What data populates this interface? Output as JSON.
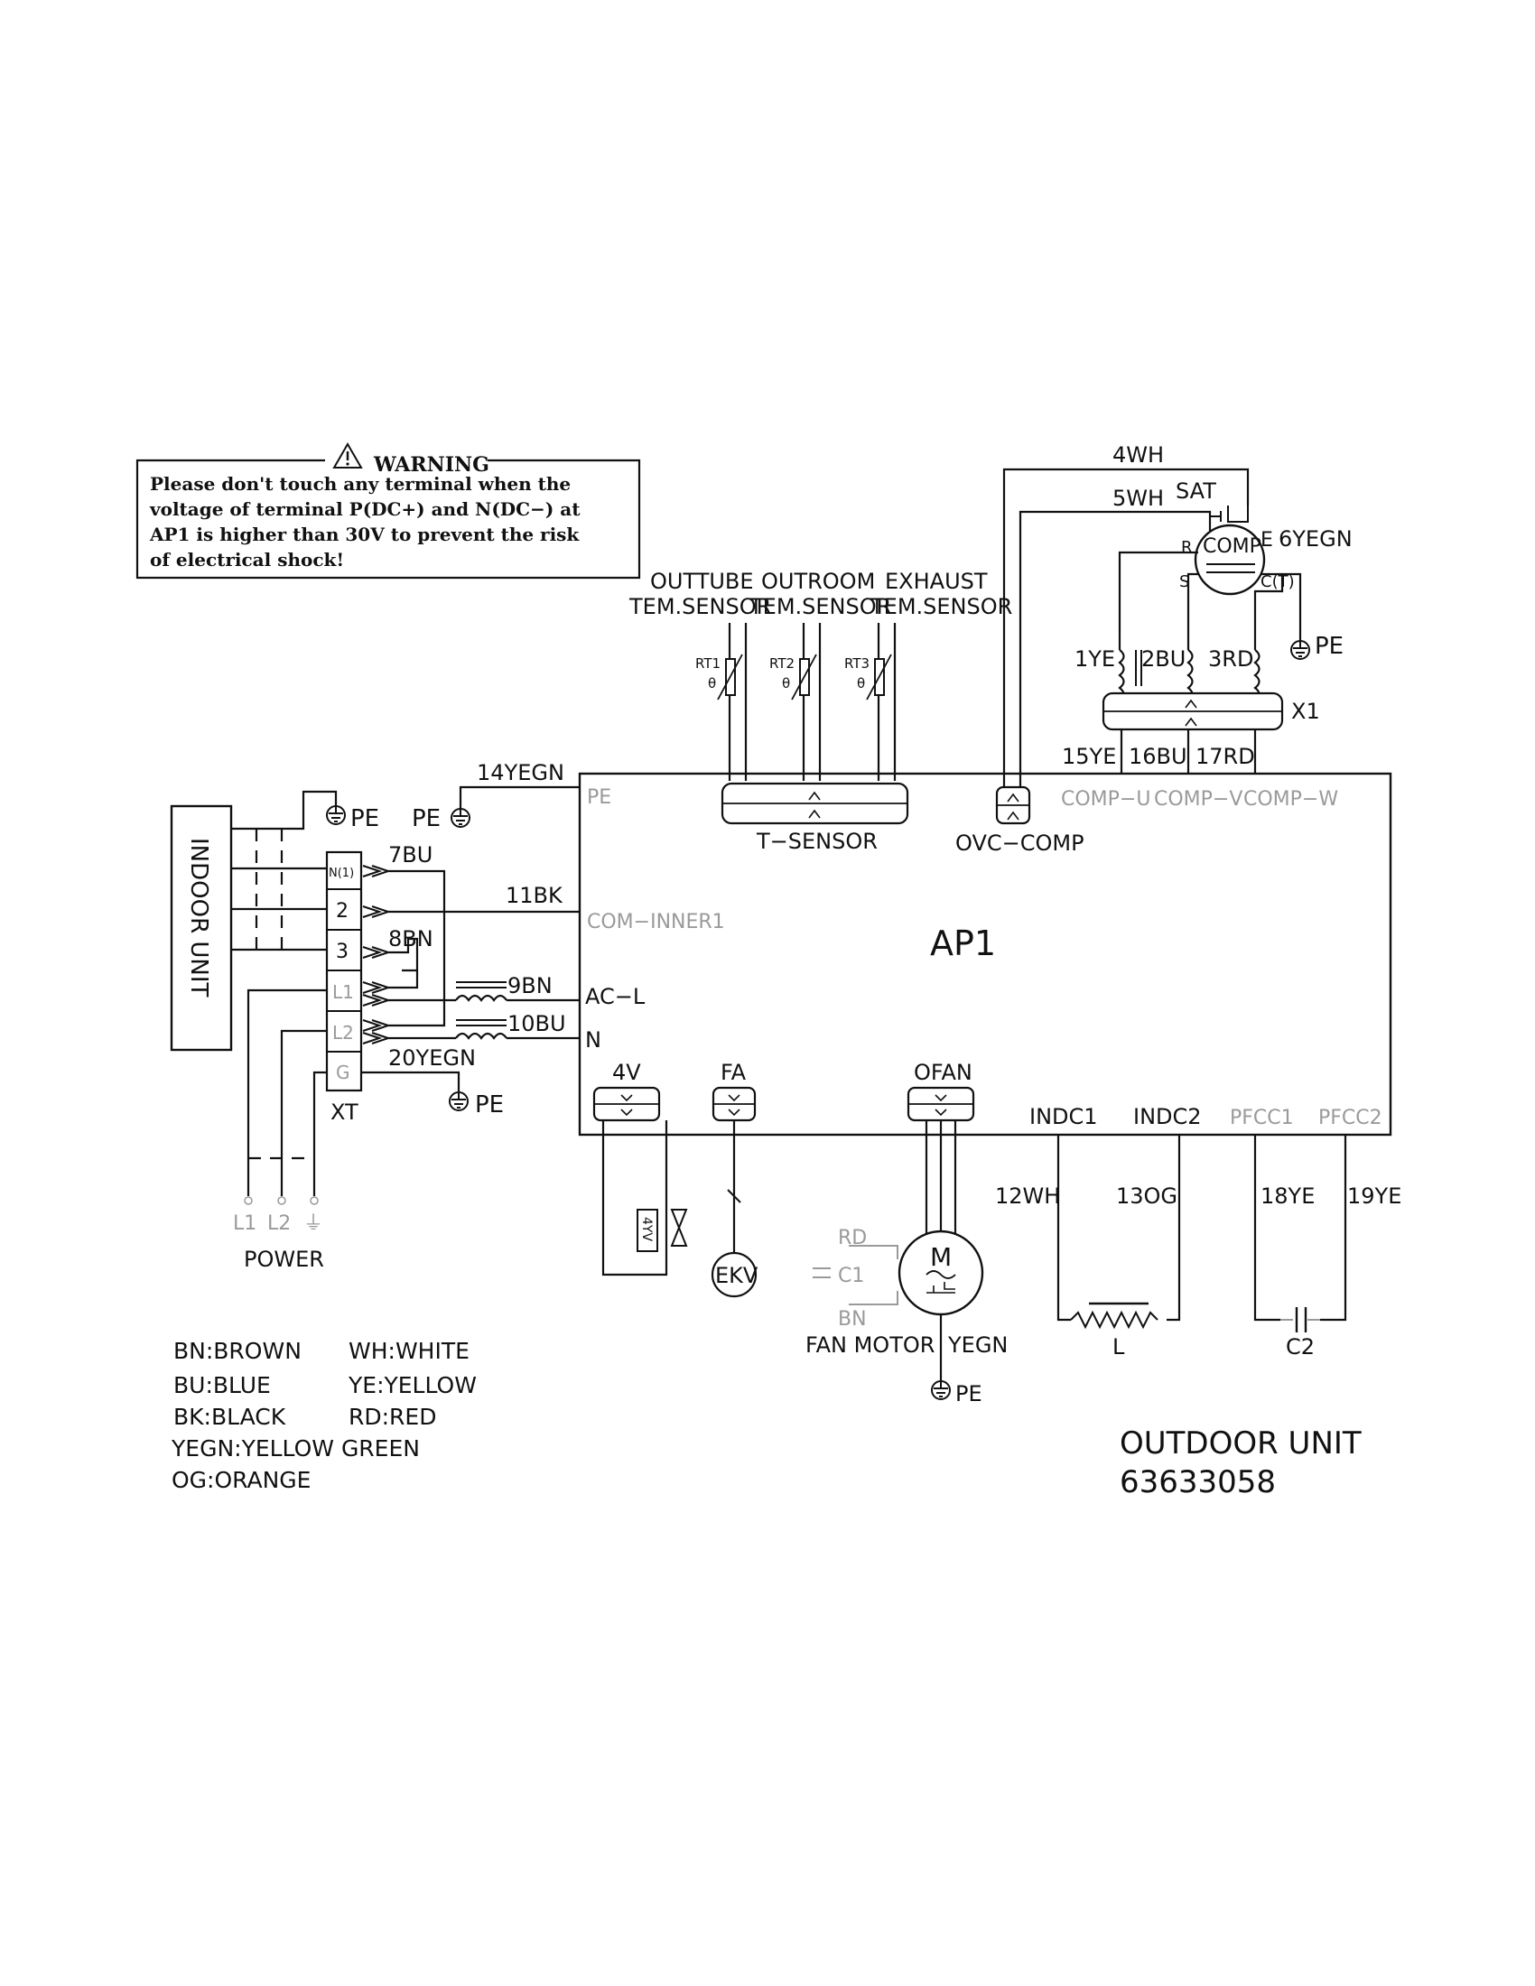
{
  "warning": {
    "title": "WARNING",
    "lines": [
      "Please don't touch any terminal when the",
      "voltage of terminal P(DC+) and N(DC−) at",
      "AP1 is higher than 30V to prevent the risk",
      "of electrical shock!"
    ]
  },
  "main_board": {
    "name": "AP1"
  },
  "board_terminals": {
    "pe": "PE",
    "com_inner": "COM−INNER1",
    "ac_l": "AC−L",
    "n": "N",
    "comp_u": "COMP−U",
    "comp_v": "COMP−V",
    "comp_w": "COMP−W",
    "indc1": "INDC1",
    "indc2": "INDC2",
    "pfcc1": "PFCC1",
    "pfcc2": "PFCC2"
  },
  "connectors": {
    "t_sensor": "T−SENSOR",
    "ovc_comp": "OVC−COMP",
    "fourv": "4V",
    "fa": "FA",
    "ofan": "OFAN",
    "x1": "X1",
    "xt": "XT"
  },
  "sensors": {
    "outtube": [
      "OUTTUBE",
      "TEM.SENSOR"
    ],
    "outroom": [
      "OUTROOM",
      "TEM.SENSOR"
    ],
    "exhaust": [
      "EXHAUST",
      "TEM.SENSOR"
    ],
    "rt1": "RT1",
    "rt2": "RT2",
    "rt3": "RT3",
    "theta": "θ"
  },
  "wires": {
    "w4": "4WH",
    "w5": "5WH",
    "w6": "6YEGN",
    "w1": "1YE",
    "w2": "2BU",
    "w3": "3RD",
    "w15": "15YE",
    "w16": "16BU",
    "w17": "17RD",
    "w14": "14YEGN",
    "w7": "7BU",
    "w11": "11BK",
    "w8": "8BN",
    "w9": "9BN",
    "w10": "10BU",
    "w20": "20YEGN",
    "w12": "12WH",
    "w13": "13OG",
    "w18": "18YE",
    "w19": "19YE",
    "rd": "RD",
    "bn": "BN",
    "yegn": "YEGN"
  },
  "compressor": {
    "name": "COMP",
    "sat": "SAT",
    "r": "R",
    "s": "S",
    "c": "C(T)",
    "e": "E"
  },
  "ground": "PE",
  "indoor_unit": "INDOOR UNIT",
  "terminal_block": [
    "N(1)",
    "2",
    "3",
    "L1",
    "L2",
    "G"
  ],
  "power": {
    "label": "POWER",
    "l1": "L1",
    "l2": "L2",
    "earth": "⏚"
  },
  "components": {
    "valve": "4YV",
    "ekv": "EKV",
    "motor": "M",
    "fan_motor": "FAN  MOTOR",
    "c1": "C1",
    "l": "L",
    "c2": "C2"
  },
  "legend": [
    [
      "BN:BROWN",
      "WH:WHITE"
    ],
    [
      "BU:BLUE",
      "YE:YELLOW"
    ],
    [
      "BK:BLACK",
      "RD:RED"
    ],
    [
      "YEGN:YELLOW  GREEN",
      ""
    ],
    [
      "OG:ORANGE",
      ""
    ]
  ],
  "unit": {
    "title": "OUTDOOR  UNIT",
    "number": "63633058"
  }
}
